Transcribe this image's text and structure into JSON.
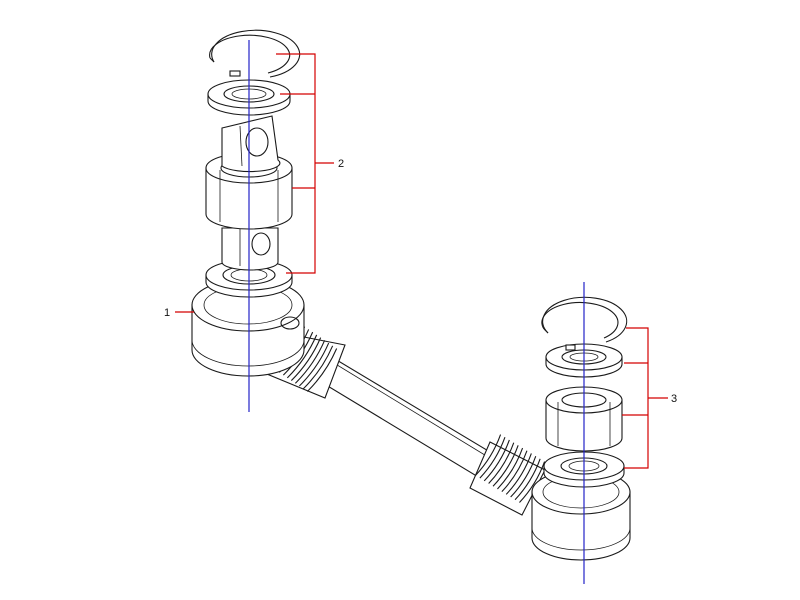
{
  "diagram": {
    "callouts": [
      {
        "id": "1",
        "label": "1"
      },
      {
        "id": "2",
        "label": "2"
      },
      {
        "id": "3",
        "label": "3"
      }
    ],
    "colors": {
      "outline": "#1a1a1a",
      "axis": "#2323c8",
      "leader": "#d40000",
      "background": "#ffffff"
    }
  }
}
